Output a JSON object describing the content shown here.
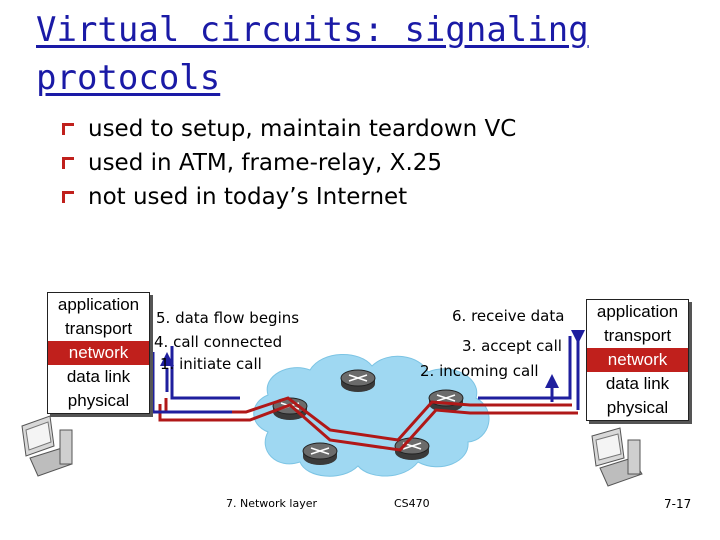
{
  "title": "Virtual circuits: signaling protocols",
  "bullets": [
    "used to setup, maintain teardown VC",
    "used in ATM, frame-relay, X.25",
    "not used in today’s Internet"
  ],
  "left_stack": [
    "application",
    "transport",
    "network",
    "data link",
    "physical"
  ],
  "right_stack": [
    "application",
    "transport",
    "network",
    "data link",
    "physical"
  ],
  "steps": {
    "s1": "1. initiate call",
    "s2": "2. incoming call",
    "s3": "3. accept call",
    "s4": "4. call connected",
    "s5": "5. data flow begins",
    "s6": "6. receive data"
  },
  "footer": {
    "left": "7. Network layer",
    "center": "CS470",
    "right": "7-17"
  },
  "colors": {
    "title": "#1a1aa6",
    "highlight_layer": "#c0201c",
    "path_blue": "#1f1f9e",
    "path_red": "#b01818",
    "cloud": "#9fd8f2",
    "bullet": "#c0201c"
  }
}
